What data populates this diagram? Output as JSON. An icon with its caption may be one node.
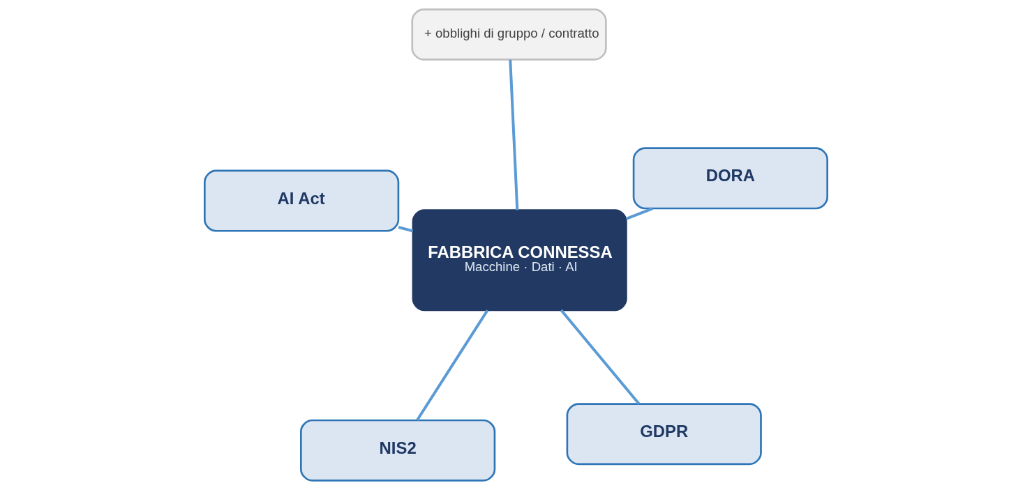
{
  "diagram": {
    "nodes": [
      {
        "text": [
          "FABBRICA CONNESSA",
          "Macchine · Dati · AI"
        ]
      },
      {
        "text": [
          "GDPR"
        ]
      },
      {
        "text": [
          "NIS2"
        ]
      },
      {
        "text": [
          "AI Act"
        ]
      },
      {
        "text": [
          "DORA"
        ]
      },
      {
        "text": [
          "+ obblighi di gruppo / contratto"
        ]
      }
    ],
    "edges": [
      {
        "from": 0,
        "to": 1,
        "arrow": "none"
      },
      {
        "from": 0,
        "to": 2,
        "arrow": "none"
      },
      {
        "from": 0,
        "to": 3,
        "arrow": "none"
      },
      {
        "from": 0,
        "to": 4,
        "arrow": "none"
      },
      {
        "from": 0,
        "to": 5,
        "arrow": "none"
      }
    ]
  }
}
